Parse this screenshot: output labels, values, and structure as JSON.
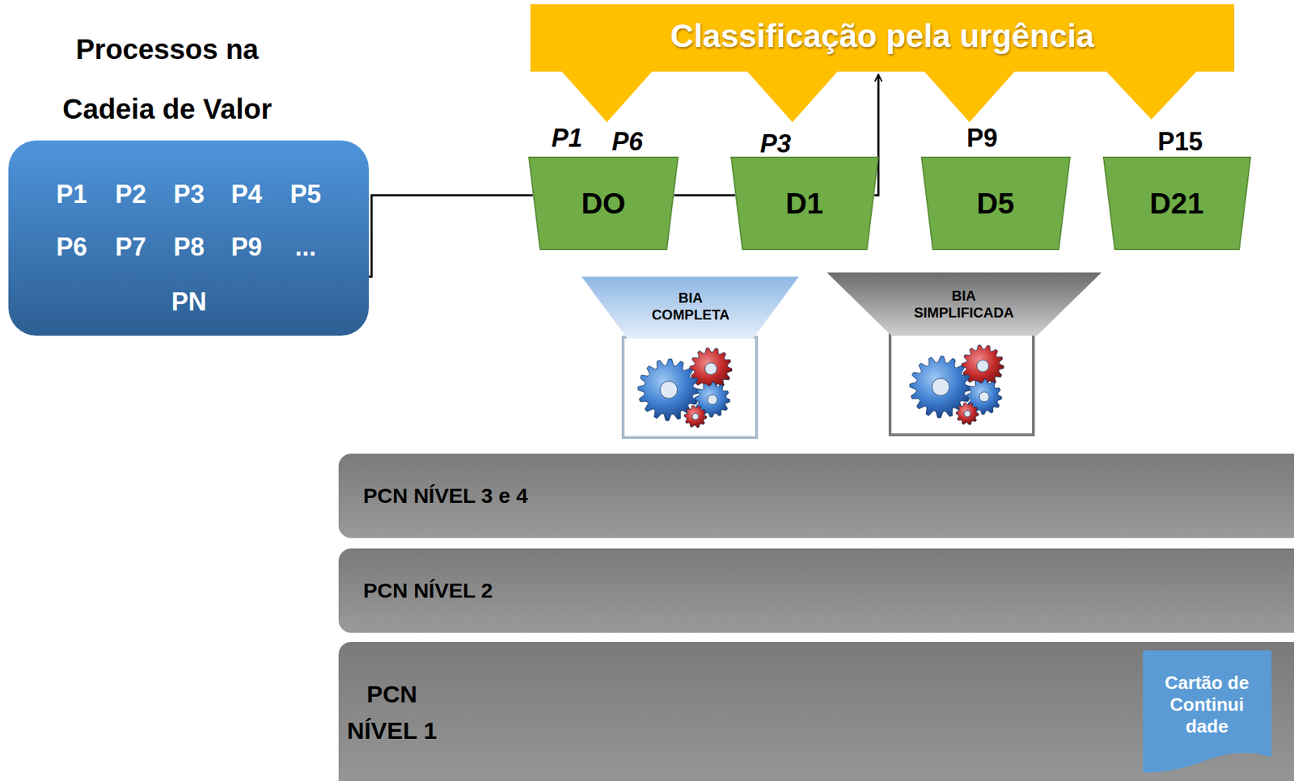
{
  "diagram": {
    "nodes": [
      {
        "text": [
          "Processos na Cadeia de Valor",
          "P1",
          "P2",
          "P3",
          "P4",
          "P5",
          "P6",
          "P7",
          "P8",
          "P9",
          "...",
          "PN"
        ]
      },
      {
        "text": [
          "Classificação pela urgência"
        ]
      },
      {
        "text": [
          "P1",
          "P6",
          "DO"
        ]
      },
      {
        "text": [
          "P3",
          "D1"
        ]
      },
      {
        "text": [
          "P9",
          "D5"
        ]
      },
      {
        "text": [
          "P15",
          "D21"
        ]
      },
      {
        "text": [
          "BIA COMPLETA"
        ]
      },
      {
        "text": [
          "BIA SIMPLIFICADA"
        ]
      },
      {
        "text": [
          "PCN NÍVEL 3 e 4"
        ]
      },
      {
        "text": [
          "PCN NÍVEL 2"
        ]
      },
      {
        "text": [
          "PCN NÍVEL 1"
        ]
      },
      {
        "text": [
          "Cartão de Continui dade"
        ],
        "in": 10
      }
    ],
    "edges": [
      {
        "from": 0,
        "to": 2,
        "arrow": "none"
      },
      {
        "from": 2,
        "to": 3,
        "arrow": "none"
      },
      {
        "from": 3,
        "to": 1,
        "arrow": "to"
      }
    ]
  }
}
